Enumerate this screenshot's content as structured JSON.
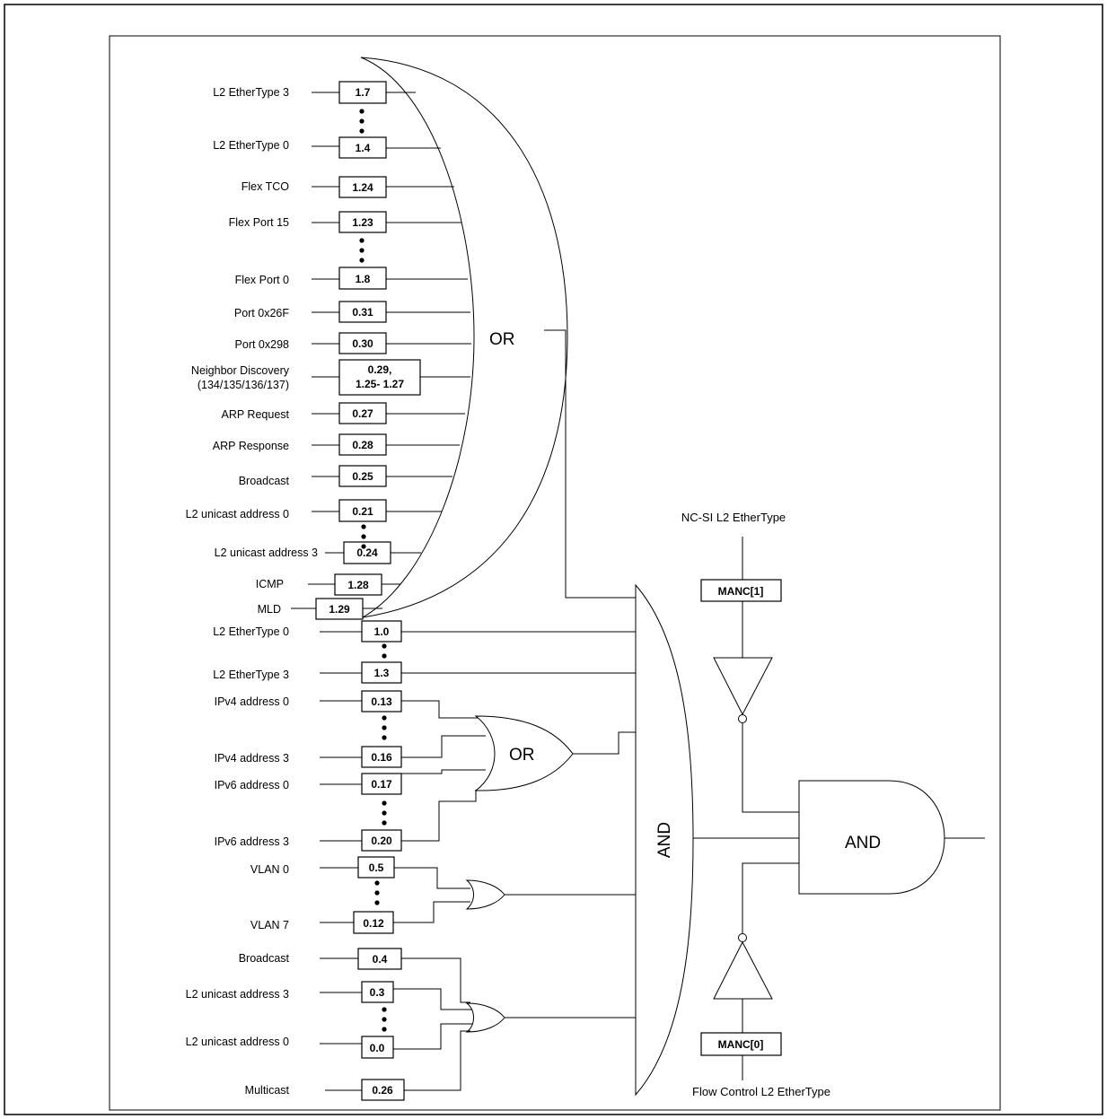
{
  "inputs_or": [
    {
      "label": "L2 EtherType 3",
      "box": "1.7"
    },
    {
      "label": "L2 EtherType 0",
      "box": "1.4"
    },
    {
      "label": "Flex TCO",
      "box": "1.24"
    },
    {
      "label": "Flex Port 15",
      "box": "1.23"
    },
    {
      "label": "Flex Port 0",
      "box": "1.8"
    },
    {
      "label": "Port 0x26F",
      "box": "0.31"
    },
    {
      "label": "Port 0x298",
      "box": "0.30"
    },
    {
      "label_line1": "Neighbor Discovery",
      "label_line2": "(134/135/136/137)",
      "box_line1": "0.29,",
      "box_line2": "1.25- 1.27"
    },
    {
      "label": "ARP Request",
      "box": "0.27"
    },
    {
      "label": "ARP Response",
      "box": "0.28"
    },
    {
      "label": "Broadcast",
      "box": "0.25"
    },
    {
      "label": "L2 unicast address 0",
      "box": "0.21"
    },
    {
      "label": "L2 unicast address 3",
      "box": "0.24"
    },
    {
      "label": "ICMP",
      "box": "1.28"
    },
    {
      "label": "MLD",
      "box": "1.29"
    }
  ],
  "inputs_and": [
    {
      "label": "L2 EtherType 0",
      "box": "1.0"
    },
    {
      "label": "L2 EtherType 3",
      "box": "1.3"
    },
    {
      "label": "IPv4 address 0",
      "box": "0.13"
    },
    {
      "label": "IPv4 address 3",
      "box": "0.16"
    },
    {
      "label": "IPv6 address 0",
      "box": "0.17"
    },
    {
      "label": "IPv6 address 3",
      "box": "0.20"
    },
    {
      "label": "VLAN 0",
      "box": "0.5"
    },
    {
      "label": "VLAN 7",
      "box": "0.12"
    },
    {
      "label": "Broadcast",
      "box": "0.4"
    },
    {
      "label": "L2 unicast address 3",
      "box": "0.3"
    },
    {
      "label": "L2 unicast address 0",
      "box": "0.0"
    },
    {
      "label": "Multicast",
      "box": "0.26"
    }
  ],
  "gates": {
    "big_or": "OR",
    "ip_or": "OR",
    "main_and": "AND",
    "final_and": "AND"
  },
  "control": {
    "top_label": "NC-SI L2 EtherType",
    "top_box": "MANC[1]",
    "bottom_box": "MANC[0]",
    "bottom_label": "Flow Control  L2 EtherType"
  }
}
